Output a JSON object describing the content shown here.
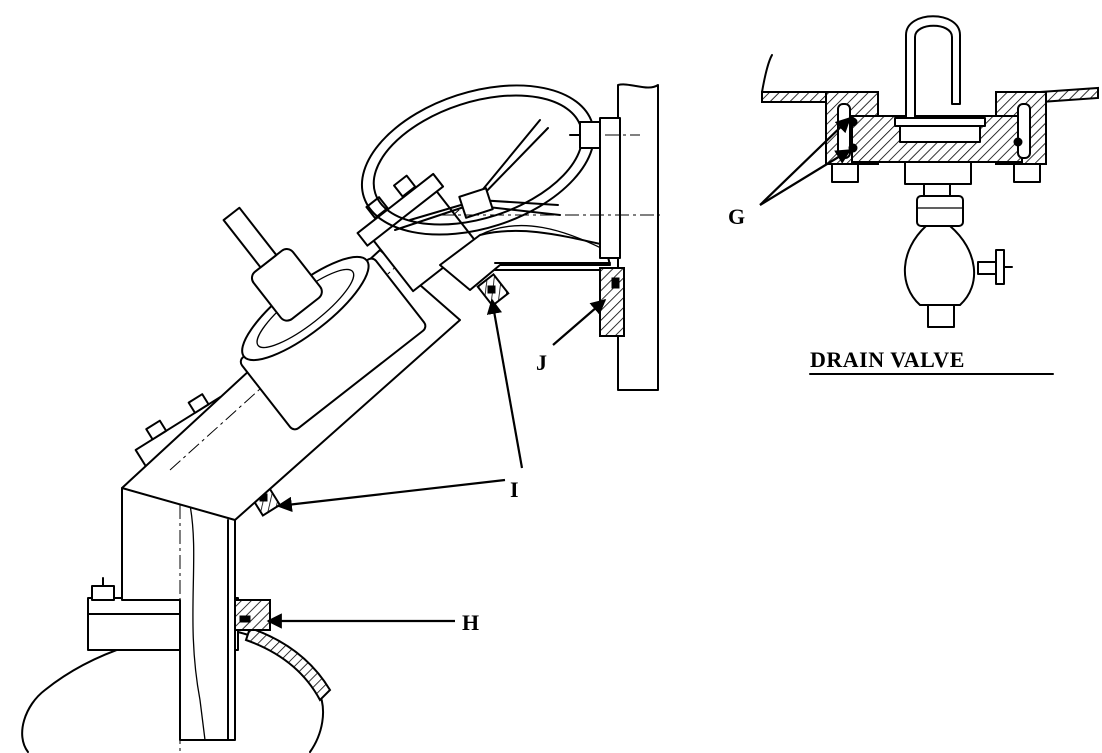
{
  "labels": {
    "g": "G",
    "h": "H",
    "i": "I",
    "j": "J",
    "drain_valve_title": "DRAIN VALVE"
  },
  "colors": {
    "ink": "#000000",
    "paper": "#ffffff"
  }
}
